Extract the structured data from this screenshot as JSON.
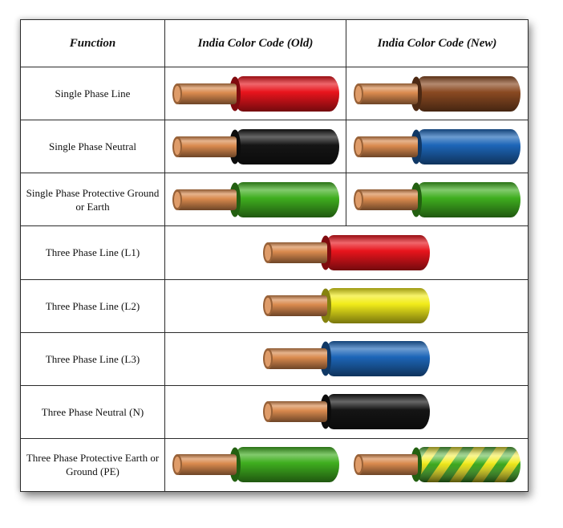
{
  "header": {
    "function": "Function",
    "old": "India Color Code (Old)",
    "new": "India Color Code (New)"
  },
  "rows": [
    {
      "function": "Single Phase Line",
      "old": "red",
      "new": "brown"
    },
    {
      "function": "Single Phase Neutral",
      "old": "black",
      "new": "blue"
    },
    {
      "function": "Single Phase Protective Ground or Earth",
      "old": "green",
      "new": "green"
    },
    {
      "function": "Three Phase Line (L1)",
      "shared": "red"
    },
    {
      "function": "Three Phase Line (L2)",
      "shared": "yellow"
    },
    {
      "function": "Three Phase Line (L3)",
      "shared": "blue"
    },
    {
      "function": "Three Phase Neutral (N)",
      "shared": "black"
    },
    {
      "function": "Three Phase Protective Earth or Ground (PE)",
      "old": "green",
      "new": "green-yellow"
    }
  ],
  "colors": {
    "red": "#e8141c",
    "brown": "#8a4a22",
    "black": "#151515",
    "blue": "#1d66b8",
    "green": "#3fae1f",
    "yellow": "#f2ec1a",
    "copper": "#d98a4e",
    "border": "#2b2b2b"
  }
}
